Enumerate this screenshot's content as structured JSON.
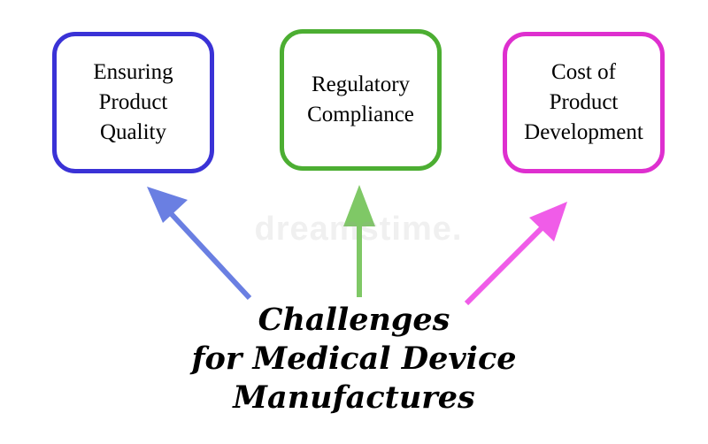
{
  "boxes": [
    {
      "lines": [
        "Ensuring",
        "Product",
        "Quality"
      ],
      "color": "#3a32d6"
    },
    {
      "lines": [
        "Regulatory",
        "Compliance"
      ],
      "color": "#4cae32"
    },
    {
      "lines": [
        "Cost of",
        "Product",
        "Development"
      ],
      "color": "#de2fcf"
    }
  ],
  "arrows": [
    {
      "color": "#6a7fe2"
    },
    {
      "color": "#7fc866"
    },
    {
      "color": "#f05ce8"
    }
  ],
  "title": {
    "lines": [
      "Challenges",
      "for Medical Device",
      "Manufactures"
    ]
  },
  "watermark": "dreamstime."
}
